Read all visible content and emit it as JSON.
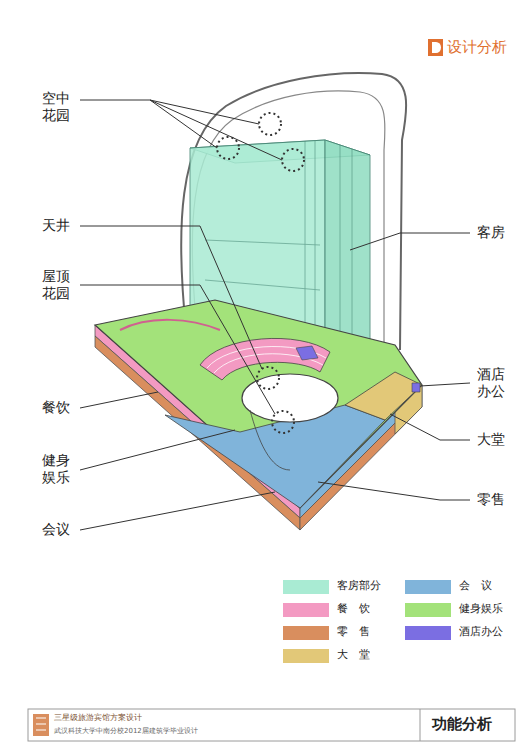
{
  "diagram": {
    "title": "设计分析",
    "caption": "功能分析",
    "labels": [
      "空中 花园",
      "天井",
      "屋顶 花园",
      "餐饮",
      "健身 娱乐",
      "会议",
      "客房",
      "酒店 办公",
      "大堂",
      "零售",
      "三星级旅游宾馆方案设计",
      "武汉科技大学中南分校2012届建筑学毕业设计"
    ],
    "legend": [
      {
        "text": "客房部分",
        "color": "#a9ebd3"
      },
      {
        "text": "会　议",
        "color": "#80b4da"
      },
      {
        "text": "餐　饮",
        "color": "#f39ac2"
      },
      {
        "text": "健身娱乐",
        "color": "#a3e27a"
      },
      {
        "text": "零　售",
        "color": "#d98e5e"
      },
      {
        "text": "酒店办公",
        "color": "#7b6ee2"
      },
      {
        "text": "大　堂",
        "color": "#e2c878"
      }
    ]
  }
}
